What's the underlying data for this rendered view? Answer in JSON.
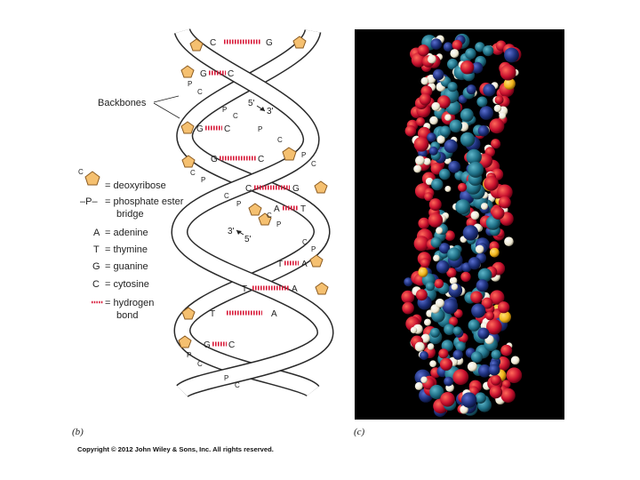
{
  "panel_b": {
    "caption": "(b)",
    "backbones_label": "Backbones",
    "end_5_top": "5'",
    "end_3_top": "3'",
    "end_3_bottom": "3'",
    "end_5_bottom": "5'",
    "base_pairs": [
      {
        "left": "C",
        "right": "G"
      },
      {
        "left": "G",
        "right": "C"
      },
      {
        "left": "G",
        "right": "C"
      },
      {
        "left": "G",
        "right": "C"
      },
      {
        "left": "C",
        "right": "G"
      },
      {
        "left": "A",
        "right": "T"
      },
      {
        "left": "T",
        "right": "A"
      },
      {
        "left": "T",
        "right": "A"
      },
      {
        "left": "T",
        "right": "A"
      },
      {
        "left": "G",
        "right": "C"
      }
    ],
    "phosphate": "P",
    "sugar_label": "C",
    "legend": [
      {
        "symbol": "sugar-icon",
        "text": "= deoxyribose"
      },
      {
        "symbol": "–P–",
        "text": "= phosphate ester",
        "text2": "bridge"
      },
      {
        "symbol": "A",
        "text": "= adenine"
      },
      {
        "symbol": "T",
        "text": "= thymine"
      },
      {
        "symbol": "G",
        "text": "= guanine"
      },
      {
        "symbol": "C",
        "text": "= cytosine"
      },
      {
        "symbol": "hbond-icon",
        "text": "= hydrogen",
        "text2": "bond"
      }
    ]
  },
  "panel_c": {
    "caption": "(c)"
  },
  "copyright": "Copyright © 2012 John Wiley & Sons, Inc. All rights reserved.",
  "colors": {
    "sugar": "#f5c070",
    "sugar_stroke": "#8a5a20",
    "hbond": "#d81b3a",
    "model_bg": "#000000",
    "atom_red": "#c8102e",
    "atom_white": "#f5f1e3",
    "atom_teal": "#1e6f86",
    "atom_navy": "#1c2f7a",
    "atom_yellow": "#f2b51b"
  }
}
